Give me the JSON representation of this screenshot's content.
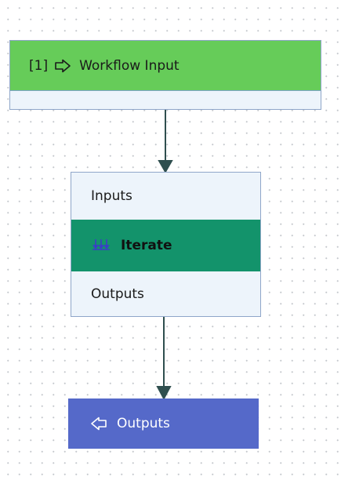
{
  "canvas": {
    "background": "#ffffff",
    "grid_dots": true
  },
  "workflow_input_node": {
    "index_label": "[1]",
    "title": "Workflow Input",
    "icon": "arrow-right-outline-icon",
    "header_color": "#66cc59"
  },
  "iterate_node": {
    "inputs_label": "Inputs",
    "title": "Iterate",
    "icon": "iterate-icon",
    "outputs_label": "Outputs",
    "header_color": "#13936b"
  },
  "outputs_node": {
    "title": "Outputs",
    "icon": "arrow-left-outline-icon",
    "color": "#5569c9"
  },
  "connector_color": "#2f4f4f"
}
